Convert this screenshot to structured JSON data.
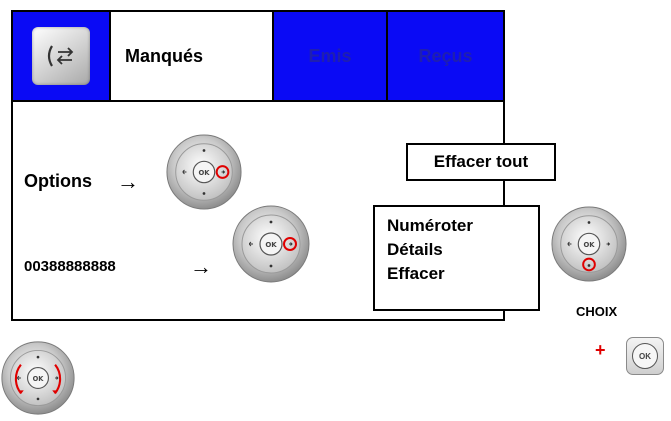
{
  "tabs": {
    "selected_label": "Manqués",
    "emis_label": "Emis",
    "recus_label": "Reçus"
  },
  "rows": {
    "options_label": "Options",
    "number_label": "00388888888",
    "arrow_glyph": "→"
  },
  "menu_effacer_tout": "Effacer tout",
  "menu_items": [
    "Numéroter",
    "Détails",
    "Effacer"
  ],
  "choix_label": "CHOIX",
  "plus_glyph": "+",
  "ok_label": "OK",
  "colors": {
    "tab_blue": "#0a0af5",
    "tab_text_blue": "#1f1fb0",
    "highlight_red": "#e00000"
  },
  "icons": {
    "tab_icon": "call-log-icon",
    "navigator": "navigation-pad-icon"
  }
}
